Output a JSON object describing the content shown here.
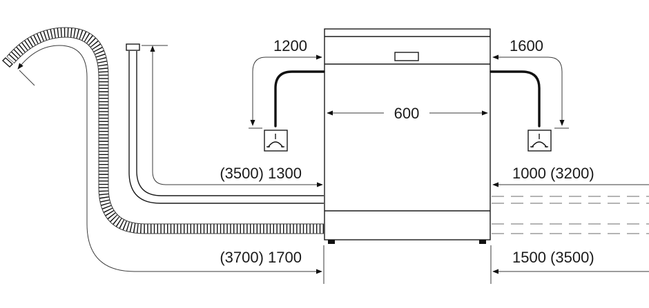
{
  "dimensions": {
    "width_label": "600",
    "left_top_label": "1200",
    "right_top_label": "1600",
    "left_mid_label": "(3500) 1300",
    "right_mid_label": "1000 (3200)",
    "left_bottom_label": "(3700) 1700",
    "right_bottom_label": "1500 (3500)"
  },
  "colors": {
    "line": "#1a1a1a",
    "background": "#ffffff"
  }
}
